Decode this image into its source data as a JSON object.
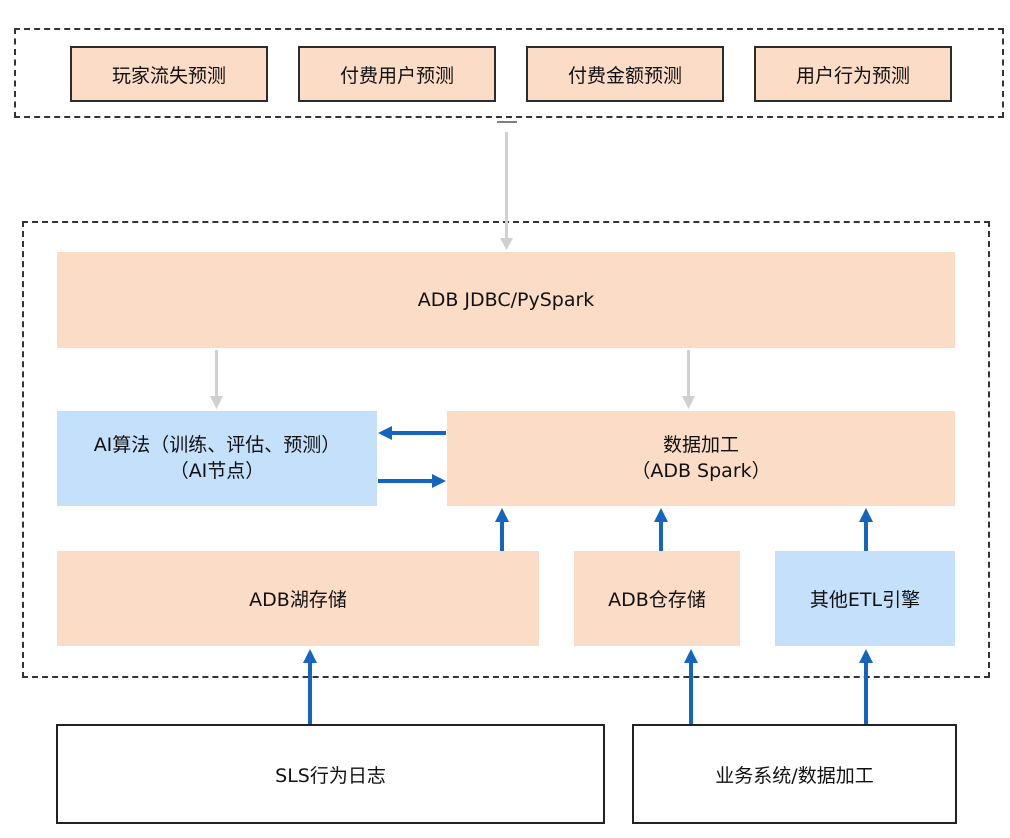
{
  "applications": {
    "items": [
      {
        "label": "玩家流失预测"
      },
      {
        "label": "付费用户预测"
      },
      {
        "label": "付费金额预测"
      },
      {
        "label": "用户行为预测"
      }
    ]
  },
  "platform": {
    "jdbc": "ADB JDBC/PySpark",
    "ai_line1": "AI算法（训练、评估、预测）",
    "ai_line2": "（AI节点）",
    "processing_line1": "数据加工",
    "processing_line2": "（ADB Spark）",
    "lake": "ADB湖存储",
    "warehouse": "ADB仓存储",
    "etl": "其他ETL引擎"
  },
  "sources": {
    "sls": "SLS行为日志",
    "business": "业务系统/数据加工"
  },
  "colors": {
    "peach": "#fbdcc6",
    "blue_box": "#c4e0fb",
    "arrow_blue": "#1565c0",
    "arrow_gray": "#d0d0d0"
  }
}
